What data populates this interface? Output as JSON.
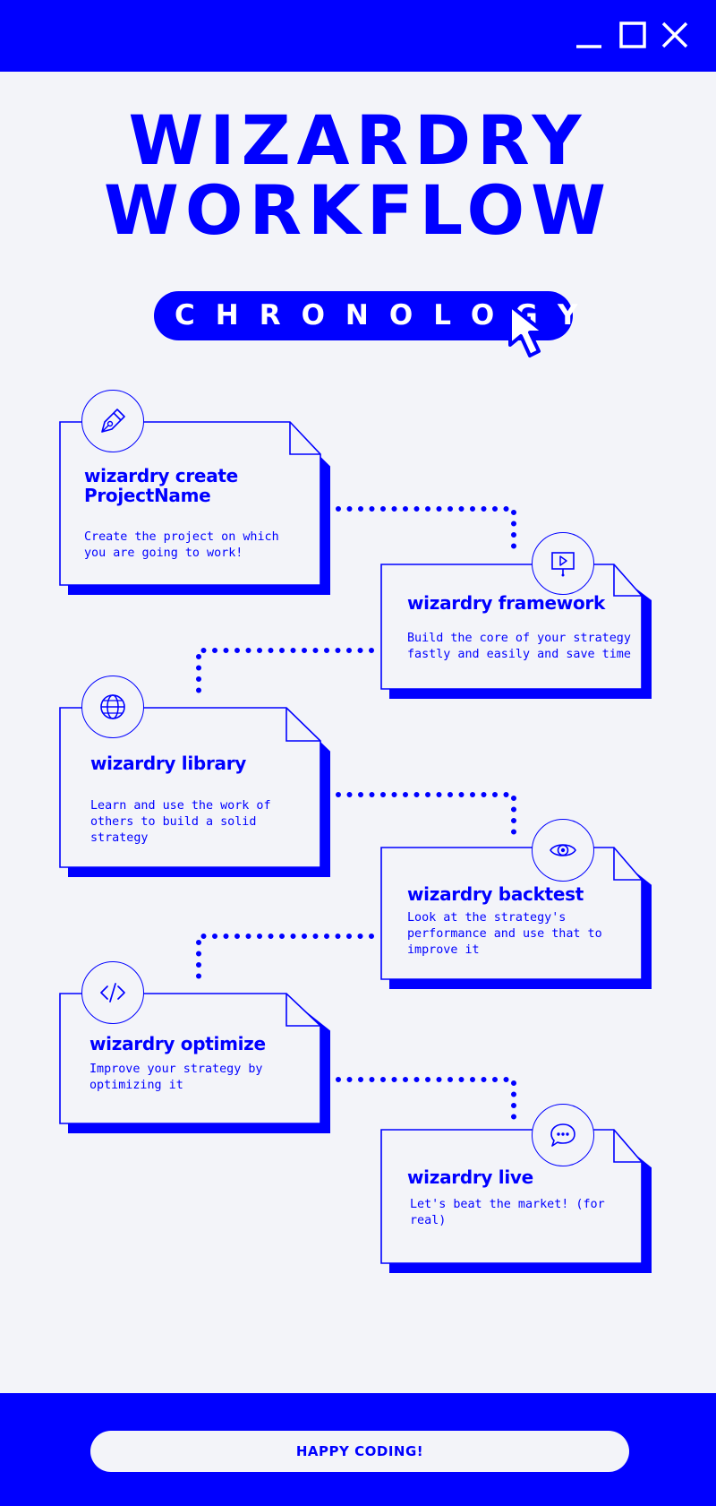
{
  "window": {
    "minimize_icon": "minimize-icon",
    "maximize_icon": "maximize-icon",
    "close_icon": "close-icon"
  },
  "title": {
    "line1": "WIZARDRY",
    "line2": "WORKFLOW"
  },
  "badge": {
    "label": "CHRONOLOGY",
    "icon": "cursor-arrow-icon"
  },
  "steps": [
    {
      "title": "wizardry create\nProjectName",
      "description": "Create the project on which\nyou are going to work!",
      "icon": "pen-nib-icon"
    },
    {
      "title": "wizardry framework",
      "description": "Build the core of your strategy\nfastly and easily and save time",
      "icon": "presentation-board-icon"
    },
    {
      "title": "wizardry library",
      "description": "Learn and use the work of\nothers to build a solid\nstrategy",
      "icon": "globe-icon"
    },
    {
      "title": "wizardry backtest",
      "description": "Look at the strategy's\nperformance and use that to\nimprove it",
      "icon": "eye-icon"
    },
    {
      "title": "wizardry optimize",
      "description": "Improve your strategy by\noptimizing it",
      "icon": "code-icon"
    },
    {
      "title": "wizardry live",
      "description": "Let's beat the market! (for\nreal)",
      "icon": "chat-bubble-icon"
    }
  ],
  "footer": {
    "label": "HAPPY CODING!"
  },
  "colors": {
    "accent": "#0000ff",
    "background": "#f3f4f9"
  }
}
